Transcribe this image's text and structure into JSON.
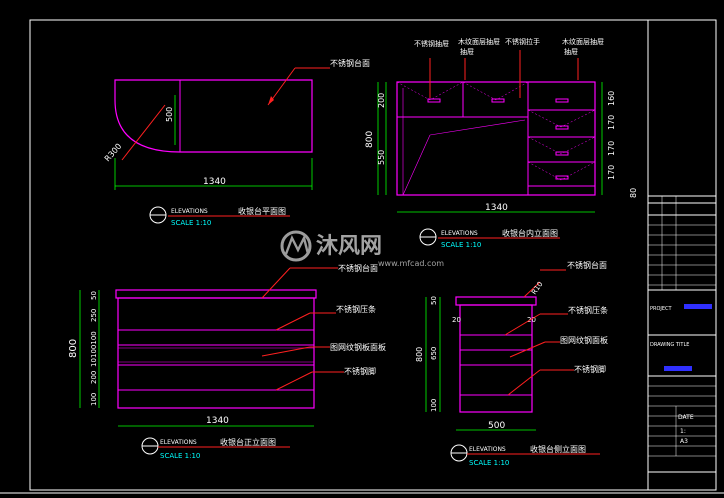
{
  "plan": {
    "title": "收银台平面图",
    "elev_tag": "ELEVATIONS",
    "scale": "SCALE  1:10",
    "label_steel_top": "不锈钢台面",
    "dim_width": "1340",
    "dim_depth": "500",
    "dim_radius": "R300"
  },
  "inner": {
    "title": "收银台内立面图",
    "elev_tag": "ELEVATIONS",
    "scale": "SCALE  1:10",
    "label_steel_drawer": "不锈钢抽屉",
    "label_drawer_a": "木纹面层抽屉",
    "label_drawer_a2": "抽屉",
    "label_steel_handle": "不锈钢拉手",
    "label_drawer_b": "木纹面层抽屉",
    "label_drawer_b2": "抽屉",
    "dim_width": "1340",
    "dim_height": "800",
    "dim_200": "200",
    "dim_550": "550",
    "dim_160": "160",
    "dim_170a": "170",
    "dim_170b": "170",
    "dim_170c": "170",
    "dim_80": "80"
  },
  "front": {
    "title": "收银台正立面图",
    "elev_tag": "ELEVATIONS",
    "scale": "SCALE  1:10",
    "label_top": "不锈钢台面",
    "label_strip": "不锈钢压条",
    "label_panel": "图网纹钢板面板",
    "label_base": "不锈钢脚",
    "dim_width": "1340",
    "dim_height": "800",
    "dim_50": "50",
    "dim_250": "250",
    "dim_100a": "100100",
    "dim_10": "10",
    "dim_200": "200",
    "dim_100b": "100"
  },
  "side": {
    "title": "收银台侧立面图",
    "elev_tag": "ELEVATIONS",
    "scale": "SCALE  1:10",
    "label_top": "不锈钢台面",
    "label_strip": "不锈钢压条",
    "label_panel": "图网纹钢面板",
    "label_base": "不锈钢脚",
    "dim_radius": "R10",
    "dim_20a": "20",
    "dim_20b": "20",
    "dim_width": "500",
    "dim_height": "800",
    "dim_50": "50",
    "dim_650": "650",
    "dim_100": "100"
  },
  "watermark": {
    "brand": "沐风网",
    "url": "www.mfcad.com"
  },
  "titleblock": {
    "project": "PROJECT",
    "drawing_title": "DRAWING TITLE",
    "date": "DATE",
    "scale": "1:",
    "size": "A3"
  },
  "colors": {
    "border": "#ffffff",
    "magenta": "#ff00ff",
    "red": "#ff2020",
    "green": "#00ff00",
    "yellow": "#ffff00",
    "cyan": "#00ffff",
    "blue": "#3030ff"
  }
}
